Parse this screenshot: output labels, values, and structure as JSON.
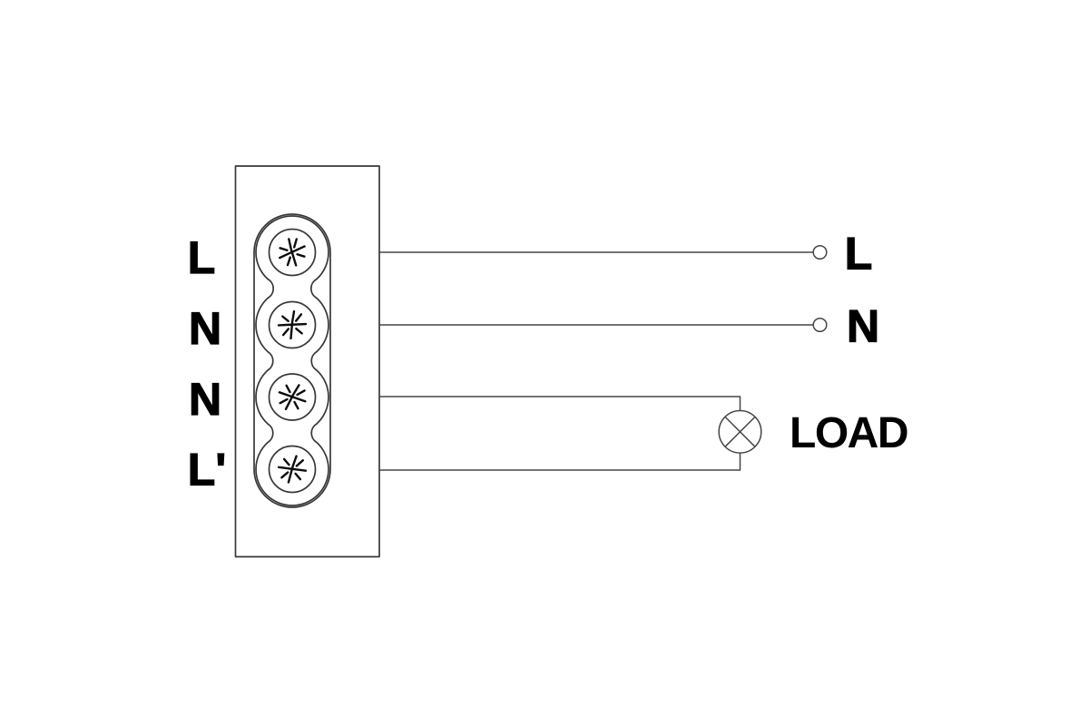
{
  "diagram_title": "terminal-block-wiring-diagram",
  "terminal_block": {
    "terminals": [
      {
        "label": "L"
      },
      {
        "label": "N"
      },
      {
        "label": "N"
      },
      {
        "label": "L'"
      }
    ],
    "screw_count": 4
  },
  "connections": {
    "line_label": "L",
    "neutral_label": "N",
    "load_label": "LOAD"
  },
  "icons": {
    "screw_head": "pozidriv-screw-icon",
    "load_symbol": "lamp-circle-x-icon",
    "wire_end": "open-circle-node"
  },
  "colors": {
    "background": "#ffffff",
    "outline": "#383838",
    "wire": "#464646",
    "glyph": "#0d0d0d",
    "text": "#000000"
  }
}
